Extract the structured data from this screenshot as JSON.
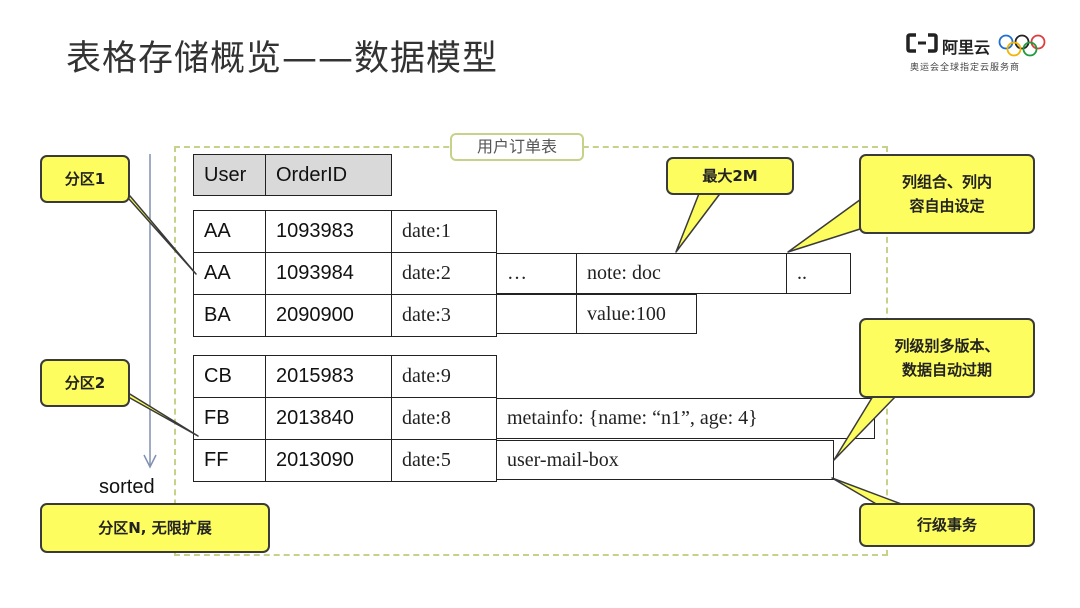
{
  "title": "表格存储概览——数据模型",
  "logo": {
    "brand": "阿里云",
    "tagline": "奥运会全球指定云服务商"
  },
  "table_label": "用户订单表",
  "headers": [
    "User",
    "OrderID"
  ],
  "rows": [
    {
      "user": "AA",
      "order": "1093983",
      "col": "date:1"
    },
    {
      "user": "AA",
      "order": "1093984",
      "col": "date:2",
      "extra1": "…",
      "extra2": "note: doc",
      "extra3": ".."
    },
    {
      "user": "BA",
      "order": "2090900",
      "col": "date:3",
      "extra2": "value:100"
    },
    {
      "user": "CB",
      "order": "2015983",
      "col": "date:9"
    },
    {
      "user": "FB",
      "order": "2013840",
      "col": "date:8",
      "extra_wide": "metainfo: {name: “n1”, age: 4}"
    },
    {
      "user": "FF",
      "order": "2013090",
      "col": "date:5",
      "extra_wide": "user-mail-box"
    }
  ],
  "callouts": {
    "partition1": "分区1",
    "partition2": "分区2",
    "partitionN": "分区N, 无限扩展",
    "max2m": "最大2M",
    "columns": [
      "列组合、列内",
      "容自由设定"
    ],
    "versions": [
      "列级别多版本、",
      "数据自动过期"
    ],
    "transaction": "行级事务"
  },
  "sorted_label": "sorted",
  "colors": {
    "callout_fill": "#fdfd5f",
    "dashed_border": "#c6d28a",
    "header_fill": "#d9d9d9",
    "arrow": "#8090b0"
  }
}
